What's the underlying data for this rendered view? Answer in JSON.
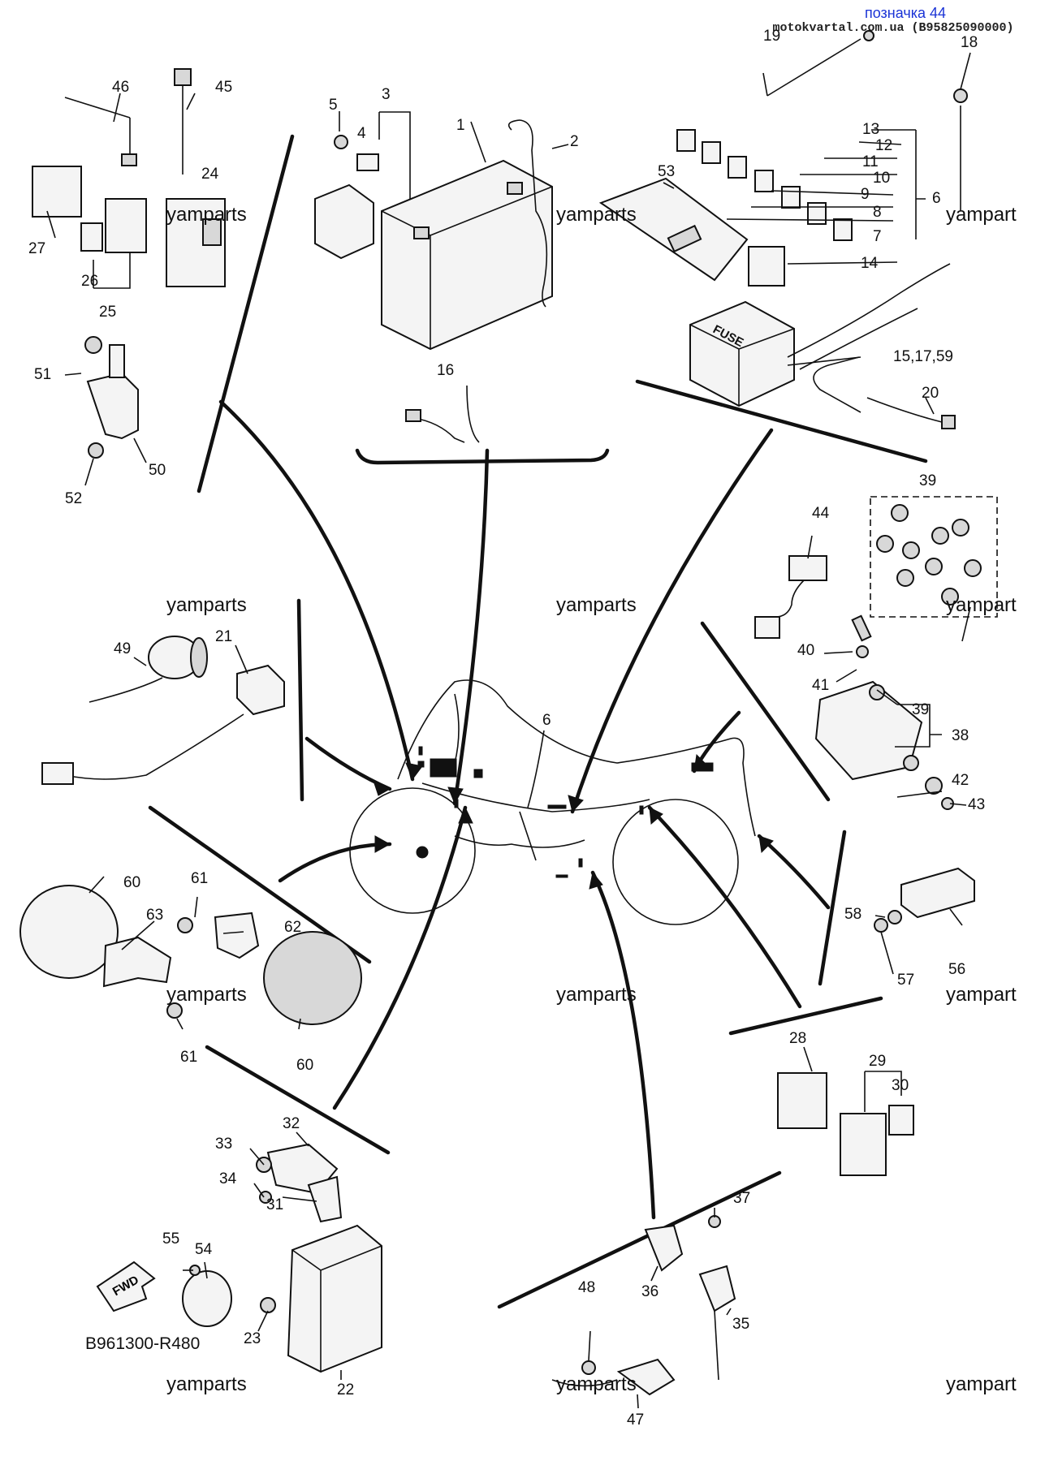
{
  "header": {
    "title": "позначка 44",
    "source": "motokvartal.com.ua (B95825090000)"
  },
  "diagram": {
    "reference_code": "B961300-R480",
    "fwd_label": "FWD",
    "fuse_label": "FUSE",
    "callouts": [
      "1",
      "2",
      "3",
      "4",
      "5",
      "6",
      "6",
      "7",
      "8",
      "9",
      "10",
      "11",
      "12",
      "13",
      "14",
      "15,17,59",
      "16",
      "18",
      "19",
      "20",
      "21",
      "22",
      "23",
      "24",
      "25",
      "26",
      "27",
      "28",
      "29",
      "30",
      "31",
      "32",
      "33",
      "34",
      "35",
      "36",
      "37",
      "38",
      "39",
      "39",
      "40",
      "41",
      "42",
      "43",
      "44",
      "45",
      "46",
      "47",
      "48",
      "49",
      "50",
      "51",
      "52",
      "53",
      "54",
      "55",
      "56",
      "57",
      "58",
      "60",
      "60",
      "61",
      "61",
      "62",
      "63"
    ],
    "watermarks": [
      "yamparts",
      "yamparts",
      "yampart",
      "yamparts",
      "yamparts",
      "yampart",
      "yamparts",
      "yamparts",
      "yampart",
      "yamparts",
      "yamparts",
      "yampart"
    ]
  }
}
